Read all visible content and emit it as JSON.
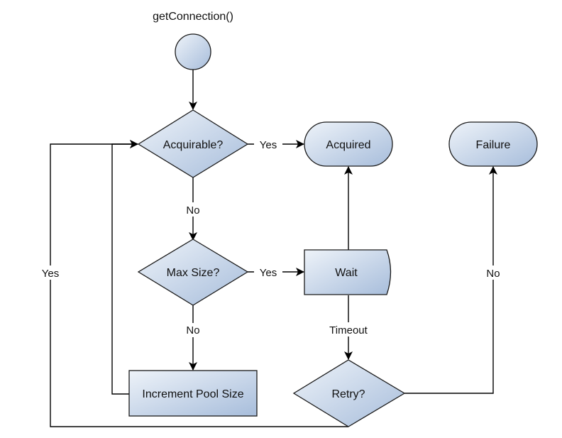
{
  "title": "getConnection()",
  "colors": {
    "fill_light": "#e6edf6",
    "fill_dark": "#a9bfdc",
    "stroke": "#1a1a1a"
  },
  "nodes": {
    "acquirable": "Acquirable?",
    "acquired": "Acquired",
    "failure": "Failure",
    "max_size": "Max Size?",
    "wait": "Wait",
    "retry": "Retry?",
    "increment": "Increment Pool Size"
  },
  "edges": {
    "acquirable_yes": "Yes",
    "acquirable_no": "No",
    "maxsize_yes": "Yes",
    "maxsize_no": "No",
    "wait_timeout": "Timeout",
    "retry_yes": "Yes",
    "retry_no": "No"
  }
}
